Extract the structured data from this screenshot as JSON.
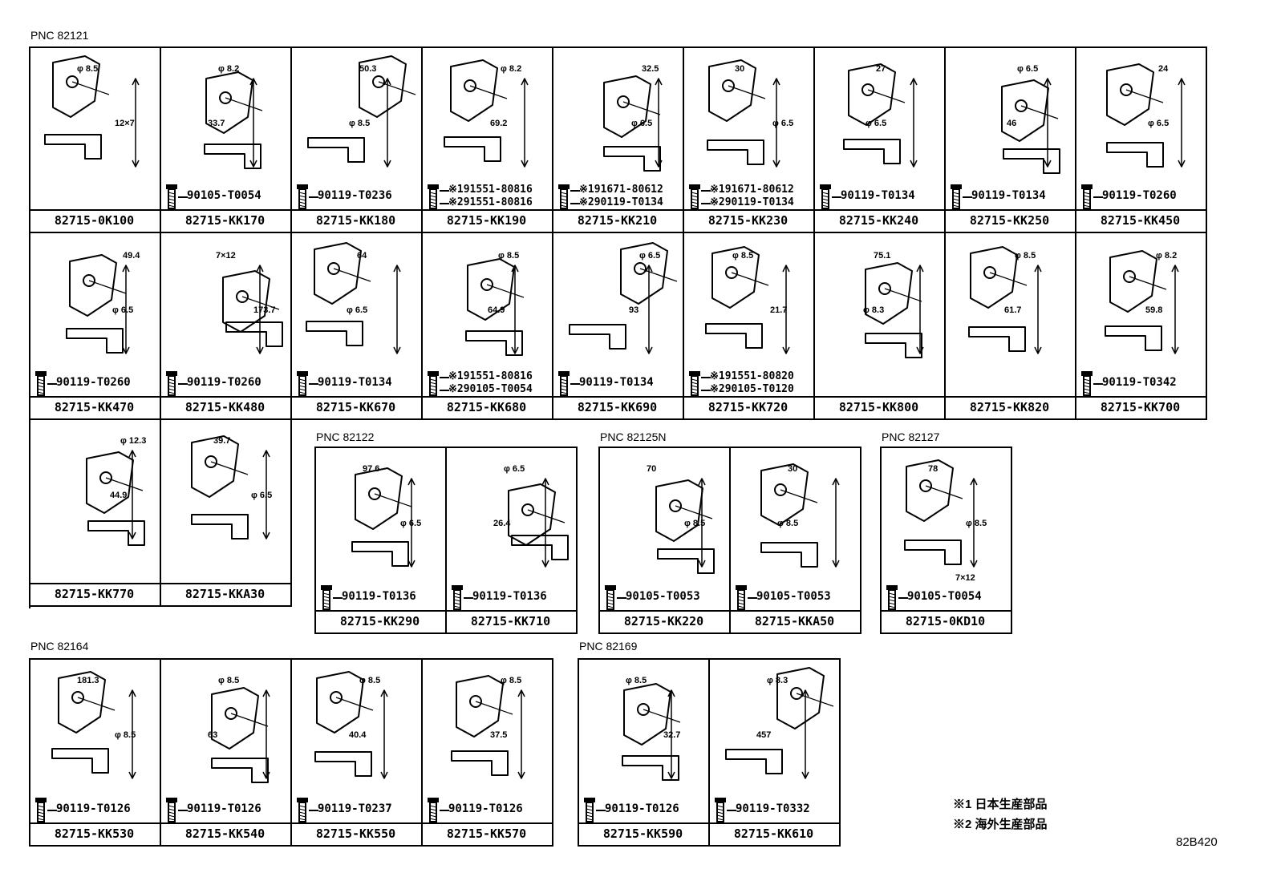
{
  "groups": [
    {
      "title": "PNC 82121",
      "cells": [
        {
          "part": "82715-0K100",
          "bolt": [],
          "dims": [
            "φ 8.5",
            "12×7"
          ]
        },
        {
          "part": "82715-KK170",
          "bolt": [
            "90105-T0054"
          ],
          "dims": [
            "φ 8.2",
            "33.7"
          ]
        },
        {
          "part": "82715-KK180",
          "bolt": [
            "90119-T0236"
          ],
          "dims": [
            "50.3",
            "φ 8.5"
          ]
        },
        {
          "part": "82715-KK190",
          "bolt": [
            "※191551-80816",
            "※291551-80816"
          ],
          "dims": [
            "φ 8.2",
            "69.2"
          ]
        },
        {
          "part": "82715-KK210",
          "bolt": [
            "※191671-80612",
            "※290119-T0134"
          ],
          "dims": [
            "32.5",
            "φ 6.5"
          ]
        },
        {
          "part": "82715-KK230",
          "bolt": [
            "※191671-80612",
            "※290119-T0134"
          ],
          "dims": [
            "30",
            "φ 6.5"
          ]
        },
        {
          "part": "82715-KK240",
          "bolt": [
            "90119-T0134"
          ],
          "dims": [
            "27",
            "φ 6.5"
          ]
        },
        {
          "part": "82715-KK250",
          "bolt": [
            "90119-T0134"
          ],
          "dims": [
            "φ 6.5",
            "46"
          ]
        },
        {
          "part": "82715-KK450",
          "bolt": [
            "90119-T0260"
          ],
          "dims": [
            "24",
            "φ 6.5"
          ]
        },
        {
          "part": "82715-KK470",
          "bolt": [
            "90119-T0260"
          ],
          "dims": [
            "49.4",
            "φ 6.5"
          ]
        },
        {
          "part": "82715-KK480",
          "bolt": [
            "90119-T0260"
          ],
          "dims": [
            "7×12",
            "173.7"
          ]
        },
        {
          "part": "82715-KK670",
          "bolt": [
            "90119-T0134"
          ],
          "dims": [
            "64",
            "φ 6.5"
          ]
        },
        {
          "part": "82715-KK680",
          "bolt": [
            "※191551-80816",
            "※290105-T0054"
          ],
          "dims": [
            "φ 8.5",
            "64.9"
          ]
        },
        {
          "part": "82715-KK690",
          "bolt": [
            "90119-T0134"
          ],
          "dims": [
            "φ 6.5",
            "93"
          ]
        },
        {
          "part": "82715-KK720",
          "bolt": [
            "※191551-80820",
            "※290105-T0120"
          ],
          "dims": [
            "φ 8.5",
            "21.7"
          ]
        },
        {
          "part": "82715-KK800",
          "bolt": [],
          "dims": [
            "75.1",
            "φ 8.3"
          ]
        },
        {
          "part": "82715-KK820",
          "bolt": [],
          "dims": [
            "φ 8.5",
            "61.7"
          ]
        },
        {
          "part": "82715-KK700",
          "bolt": [
            "90119-T0342"
          ],
          "dims": [
            "φ 8.2",
            "59.8"
          ]
        },
        {
          "part": "82715-KK770",
          "bolt": [],
          "dims": [
            "φ 12.3",
            "44.9"
          ]
        },
        {
          "part": "82715-KKA30",
          "bolt": [],
          "dims": [
            "39.7",
            "φ 6.5"
          ]
        }
      ]
    },
    {
      "title": "PNC 82122",
      "cells": [
        {
          "part": "82715-KK290",
          "bolt": [
            "90119-T0136"
          ],
          "dims": [
            "97.6",
            "φ 6.5"
          ]
        },
        {
          "part": "82715-KK710",
          "bolt": [
            "90119-T0136"
          ],
          "dims": [
            "φ 6.5",
            "26.4"
          ]
        }
      ]
    },
    {
      "title": "PNC 82125N",
      "cells": [
        {
          "part": "82715-KK220",
          "bolt": [
            "90105-T0053"
          ],
          "dims": [
            "70",
            "φ 8.5"
          ]
        },
        {
          "part": "82715-KKA50",
          "bolt": [
            "90105-T0053"
          ],
          "dims": [
            "30",
            "φ 8.5"
          ]
        }
      ]
    },
    {
      "title": "PNC 82127",
      "cells": [
        {
          "part": "82715-0KD10",
          "bolt": [
            "90105-T0054"
          ],
          "dims": [
            "78",
            "φ 8.5",
            "7×12"
          ]
        }
      ]
    },
    {
      "title": "PNC 82164",
      "cells": [
        {
          "part": "82715-KK530",
          "bolt": [
            "90119-T0126"
          ],
          "dims": [
            "181.3",
            "φ 8.5"
          ]
        },
        {
          "part": "82715-KK540",
          "bolt": [
            "90119-T0126"
          ],
          "dims": [
            "φ 8.5",
            "63"
          ]
        },
        {
          "part": "82715-KK550",
          "bolt": [
            "90119-T0237"
          ],
          "dims": [
            "φ 8.5",
            "40.4"
          ]
        },
        {
          "part": "82715-KK570",
          "bolt": [
            "90119-T0126"
          ],
          "dims": [
            "φ 8.5",
            "37.5"
          ]
        }
      ]
    },
    {
      "title": "PNC 82169",
      "cells": [
        {
          "part": "82715-KK590",
          "bolt": [
            "90119-T0126"
          ],
          "dims": [
            "φ 8.5",
            "32.7"
          ]
        },
        {
          "part": "82715-KK610",
          "bolt": [
            "90119-T0332"
          ],
          "dims": [
            "φ 8.3",
            "457"
          ]
        }
      ]
    }
  ],
  "notes": [
    "※1 日本生産部品",
    "※2 海外生産部品"
  ],
  "diagram_code": "82B420"
}
